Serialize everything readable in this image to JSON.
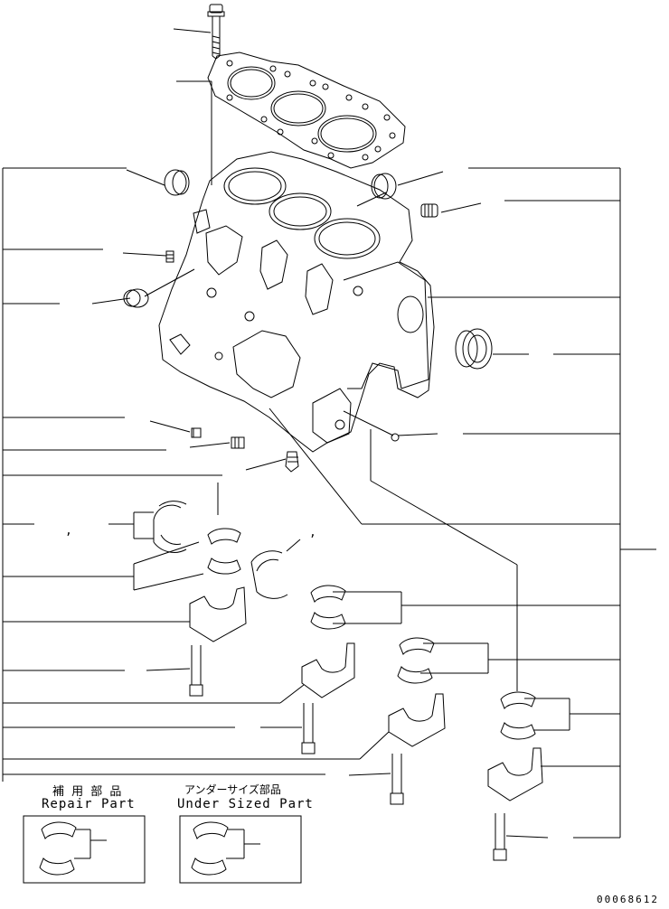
{
  "inset_left": {
    "title_jp": "補 用 部 品",
    "title_en": "Repair Part"
  },
  "inset_right": {
    "title_jp": "アンダーサイズ部品",
    "title_en": "Under Sized Part"
  },
  "punctuation": {
    "comma_a": ",",
    "comma_b": ","
  },
  "drawing_ref": "00068612"
}
